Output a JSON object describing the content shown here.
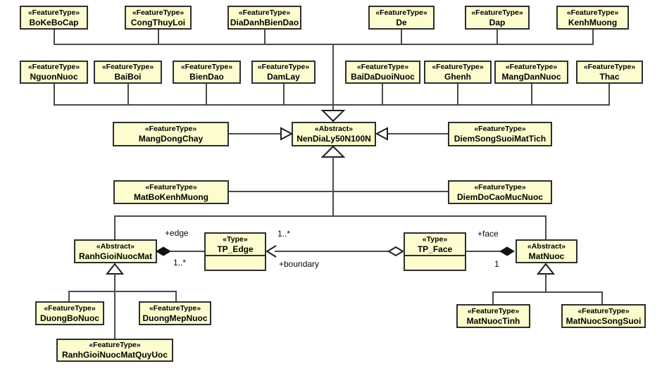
{
  "diagram_type": "uml-class-diagram",
  "colors": {
    "node_fill": "#fcfcce",
    "node_border": "#2e2e2e",
    "connector": "#4a4a4a",
    "text": "#000000"
  },
  "nodes": {
    "BoKeBoCap": {
      "stereotype": "«FeatureType»",
      "name": "BoKeBoCap"
    },
    "CongThuyLoi": {
      "stereotype": "«FeatureType»",
      "name": "CongThuyLoi"
    },
    "DiaDanhBienDao": {
      "stereotype": "«FeatureType»",
      "name": "DiaDanhBienDao"
    },
    "De": {
      "stereotype": "«FeatureType»",
      "name": "De"
    },
    "Dap": {
      "stereotype": "«FeatureType»",
      "name": "Dap"
    },
    "KenhMuong": {
      "stereotype": "«FeatureType»",
      "name": "KenhMuong"
    },
    "NguonNuoc": {
      "stereotype": "«FeatureType»",
      "name": "NguonNuoc"
    },
    "BaiBoi": {
      "stereotype": "«FeatureType»",
      "name": "BaiBoi"
    },
    "BienDao": {
      "stereotype": "«FeatureType»",
      "name": "BienDao"
    },
    "DamLay": {
      "stereotype": "«FeatureType»",
      "name": "DamLay"
    },
    "BaiDaDuoiNuoc": {
      "stereotype": "«FeatureType»",
      "name": "BaiDaDuoiNuoc"
    },
    "Ghenh": {
      "stereotype": "«FeatureType»",
      "name": "Ghenh"
    },
    "MangDanNuoc": {
      "stereotype": "«FeatureType»",
      "name": "MangDanNuoc"
    },
    "Thac": {
      "stereotype": "«FeatureType»",
      "name": "Thac"
    },
    "MangDongChay": {
      "stereotype": "«FeatureType»",
      "name": "MangDongChay"
    },
    "NenDiaLy50N100N": {
      "stereotype": "«Abstract»",
      "name": "NenDiaLy50N100N"
    },
    "DiemSongSuoiMatTich": {
      "stereotype": "«FeatureType»",
      "name": "DiemSongSuoiMatTich"
    },
    "MatBoKenhMuong": {
      "stereotype": "«FeatureType»",
      "name": "MatBoKenhMuong"
    },
    "DiemDoCaoMucNuoc": {
      "stereotype": "«FeatureType»",
      "name": "DiemDoCaoMucNuoc"
    },
    "RanhGioiNuocMat": {
      "stereotype": "«Abstract»",
      "name": "RanhGioiNuocMat"
    },
    "TP_Edge": {
      "stereotype": "«Type»",
      "name": "TP_Edge"
    },
    "TP_Face": {
      "stereotype": "«Type»",
      "name": "TP_Face"
    },
    "MatNuoc": {
      "stereotype": "«Abstract»",
      "name": "MatNuoc"
    },
    "DuongBoNuoc": {
      "stereotype": "«FeatureType»",
      "name": "DuongBoNuoc"
    },
    "DuongMepNuoc": {
      "stereotype": "«FeatureType»",
      "name": "DuongMepNuoc"
    },
    "RanhGioiNuocMatQuyUoc": {
      "stereotype": "«FeatureType»",
      "name": "RanhGioiNuocMatQuyUoc"
    },
    "MatNuocTinh": {
      "stereotype": "«FeatureType»",
      "name": "MatNuocTinh"
    },
    "MatNuocSongSuoi": {
      "stereotype": "«FeatureType»",
      "name": "MatNuocSongSuoi"
    }
  },
  "edge_labels": {
    "edge_role": "+edge",
    "edge_mult": "1..*",
    "boundary_mult": "1..*",
    "boundary_role": "+boundary",
    "face_role": "+face",
    "face_mult": "1"
  },
  "relationships": {
    "generalization_parent": "NenDiaLy50N100N",
    "generalization_children": [
      "BoKeBoCap",
      "CongThuyLoi",
      "DiaDanhBienDao",
      "De",
      "Dap",
      "KenhMuong",
      "NguonNuoc",
      "BaiBoi",
      "BienDao",
      "DamLay",
      "BaiDaDuoiNuoc",
      "Ghenh",
      "MangDanNuoc",
      "Thac",
      "MangDongChay",
      "DiemSongSuoiMatTich",
      "MatBoKenhMuong",
      "DiemDoCaoMucNuoc",
      "RanhGioiNuocMat",
      "MatNuoc"
    ],
    "ranhgioinuocmat_children": [
      "DuongBoNuoc",
      "DuongMepNuoc",
      "RanhGioiNuocMatQuyUoc"
    ],
    "matnuoc_children": [
      "MatNuocTinh",
      "MatNuocSongSuoi"
    ],
    "associations": [
      "RanhGioiNuocMat ◆— +edge 1..* TP_Edge",
      "TP_Face ◇—> +boundary 1..* TP_Edge",
      "TP_Face —◆ +face 1 MatNuoc"
    ]
  }
}
